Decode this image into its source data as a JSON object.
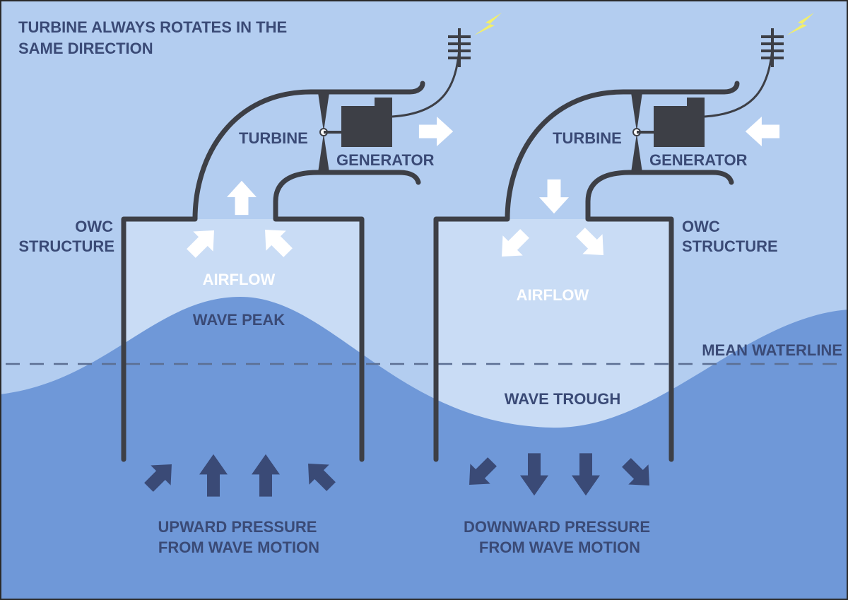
{
  "title": [
    "TURBINE ALWAYS ROTATES IN THE",
    "SAME DIRECTION"
  ],
  "labels": {
    "owc_left": [
      "OWC",
      "STRUCTURE"
    ],
    "owc_right": [
      "OWC",
      "STRUCTURE"
    ],
    "turbine_left": "TURBINE",
    "turbine_right": "TURBINE",
    "generator_left": "GENERATOR",
    "generator_right": "GENERATOR",
    "airflow_left": "AIRFLOW",
    "airflow_right": "AIRFLOW",
    "wave_peak": "WAVE PEAK",
    "wave_trough": "WAVE TROUGH",
    "mean_waterline": "MEAN WATERLINE",
    "upward_pressure": [
      "UPWARD PRESSURE",
      "FROM WAVE MOTION"
    ],
    "downward_pressure": [
      "DOWNWARD PRESSURE",
      "FROM WAVE MOTION"
    ]
  },
  "colors": {
    "sky": "#b3cdf0",
    "chamber_air": "#c9dcf5",
    "water": "#6f98d8",
    "structure": "#3d3f46",
    "label_text": "#3a4a76",
    "arrow_light": "#ffffff",
    "arrow_dark": "#3a4a76",
    "lightning": "#f3ef6a"
  },
  "icons": [
    "arrow-icon",
    "lightning-icon",
    "electric-pole-icon",
    "turbine-icon",
    "generator-icon"
  ]
}
